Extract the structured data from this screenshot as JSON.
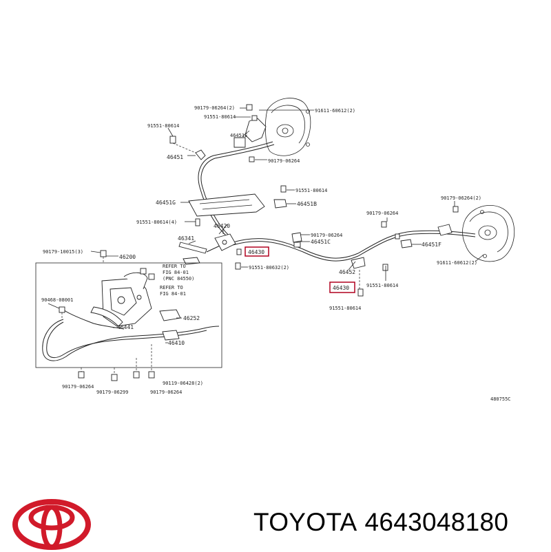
{
  "diagram": {
    "labels": {
      "l_90179_06264_2_a": "90179-06264(2)",
      "l_91551_80614_top": "91551-80614",
      "l_91551_80614_a": "91551-80614",
      "l_91611_60612_2_a": "91611-60612(2)",
      "l_46451e": "46451E",
      "l_46451": "46451",
      "l_90179_06264_a": "90179-06264",
      "l_91551_80614_b": "91551-80614",
      "l_46451g": "46451G",
      "l_46451b": "46451B",
      "l_91551_80614_4": "91551-80614(4)",
      "l_46420": "46420",
      "l_46341": "46341",
      "l_90179_10015_3": "90179-10015(3)",
      "l_46200": "46200",
      "l_refer_1a": "REFER TO",
      "l_refer_1b": "FIG 84-01",
      "l_refer_1c": "(PNC 84550)",
      "l_refer_2a": "REFER TO",
      "l_refer_2b": "FIG 84-01",
      "l_90468_08001": "90468-08001",
      "l_46441": "46441",
      "l_46252": "46252",
      "l_46410": "46410",
      "l_90179_06264_b": "90179-06264",
      "l_90179_06299": "90179-06299",
      "l_90119_06428_2": "90119-06428(2)",
      "l_90179_06264_c": "90179-06264",
      "l_46430_a": "46430",
      "l_46430_b": "46430",
      "l_90179_06264_d": "90179-06264",
      "l_46451c": "46451C",
      "l_91551_80632_2": "91551-80632(2)",
      "l_46452": "46452",
      "l_91551_80614_c": "91551-80614",
      "l_91551_80614_d": "91551-80614",
      "l_90179_06264_e": "90179-06264",
      "l_46451f": "46451F",
      "l_90179_06264_2_b": "90179-06264(2)",
      "l_91611_60612_2_b": "91611-60612(2)",
      "l_code": "480755C"
    }
  },
  "footer": {
    "brand": "TOYOTA",
    "part_number": "4643048180",
    "logo_color": "#d11a2a"
  }
}
